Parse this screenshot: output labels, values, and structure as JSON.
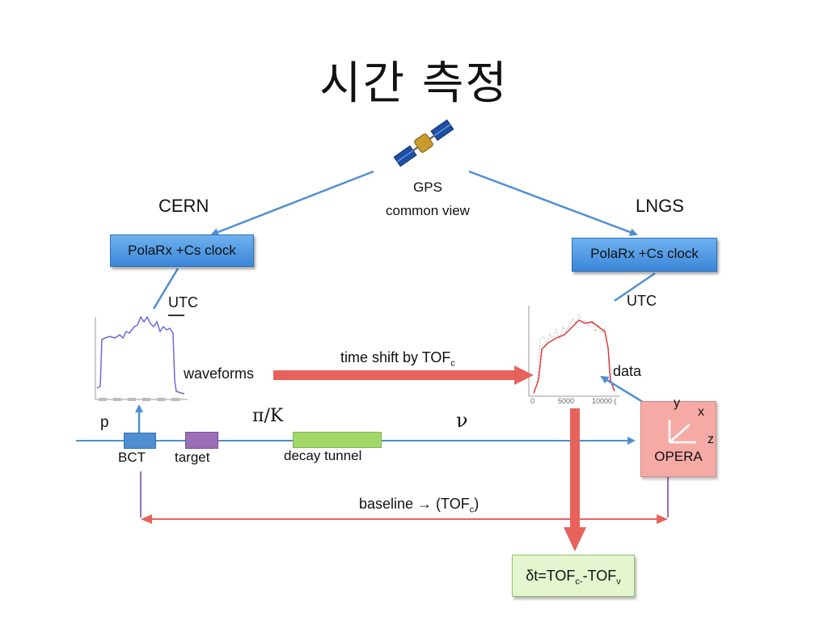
{
  "title": "시간 측정",
  "labels": {
    "gps_line1": "GPS",
    "gps_line2": "common view",
    "cern": "CERN",
    "lngs": "LNGS",
    "clock_left": "PolaRx +Cs clock",
    "clock_right": "PolaRx +Cs clock",
    "utc_left": "UTC",
    "utc_right": "UTC",
    "waveforms": "waveforms",
    "time_shift": "time shift by TOF",
    "time_shift_sub": "c",
    "data": "data",
    "p": "p",
    "pi_k": "π/K",
    "nu": "ν",
    "bct": "BCT",
    "target": "target",
    "decay_tunnel": "decay tunnel",
    "opera": "OPERA",
    "axis_x": "x",
    "axis_y": "y",
    "axis_z": "z",
    "baseline": "baseline → (TOF",
    "baseline_sub": "c",
    "baseline_end": ")",
    "delta_prefix": "δt=TOF",
    "delta_sub1": "c-",
    "delta_mid": "-TOF",
    "delta_sub2": "ν"
  },
  "right_plot_ticks": [
    "0",
    "5000",
    "10000 ("
  ],
  "colors": {
    "arrow_blue": "#4f8fd0",
    "arrow_red": "#e8625c",
    "arrow_purple": "#9a6fb8",
    "left_waveform": "#6a6ae0",
    "right_waveform": "#e23a3a"
  }
}
